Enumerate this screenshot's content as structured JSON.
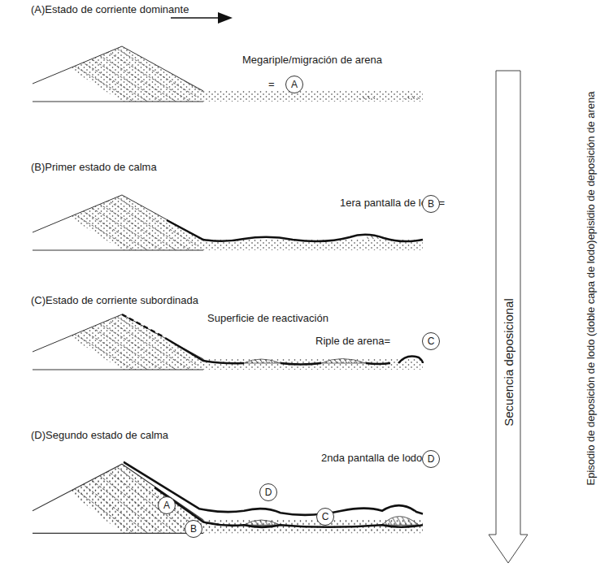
{
  "diagram": {
    "nodes": [
      {
        "text": [
          "A"
        ]
      },
      {
        "text": [
          "B"
        ]
      },
      {
        "text": [
          "C"
        ]
      },
      {
        "text": [
          "D"
        ]
      },
      {
        "text": [
          "A"
        ]
      },
      {
        "text": [
          "D"
        ]
      },
      {
        "text": [
          "C"
        ]
      },
      {
        "text": [
          "B"
        ]
      },
      {
        "text": [
          "Secuencia deposicional"
        ]
      }
    ],
    "labels": [
      "(A)Estado de corriente dominante",
      "Megariple/migración de arena",
      "=",
      "(B)Primer estado de calma",
      "1era pantalla de lodo=",
      "(C)Estado de corriente subordinada",
      "Superficie de reactivación",
      "Riple de arena=",
      "(D)Segundo estado de calma",
      "2nda pantalla de lodo=",
      "Episodio de deposición de lodo (doble capa de lodo)episidio de deposición de arena"
    ]
  }
}
